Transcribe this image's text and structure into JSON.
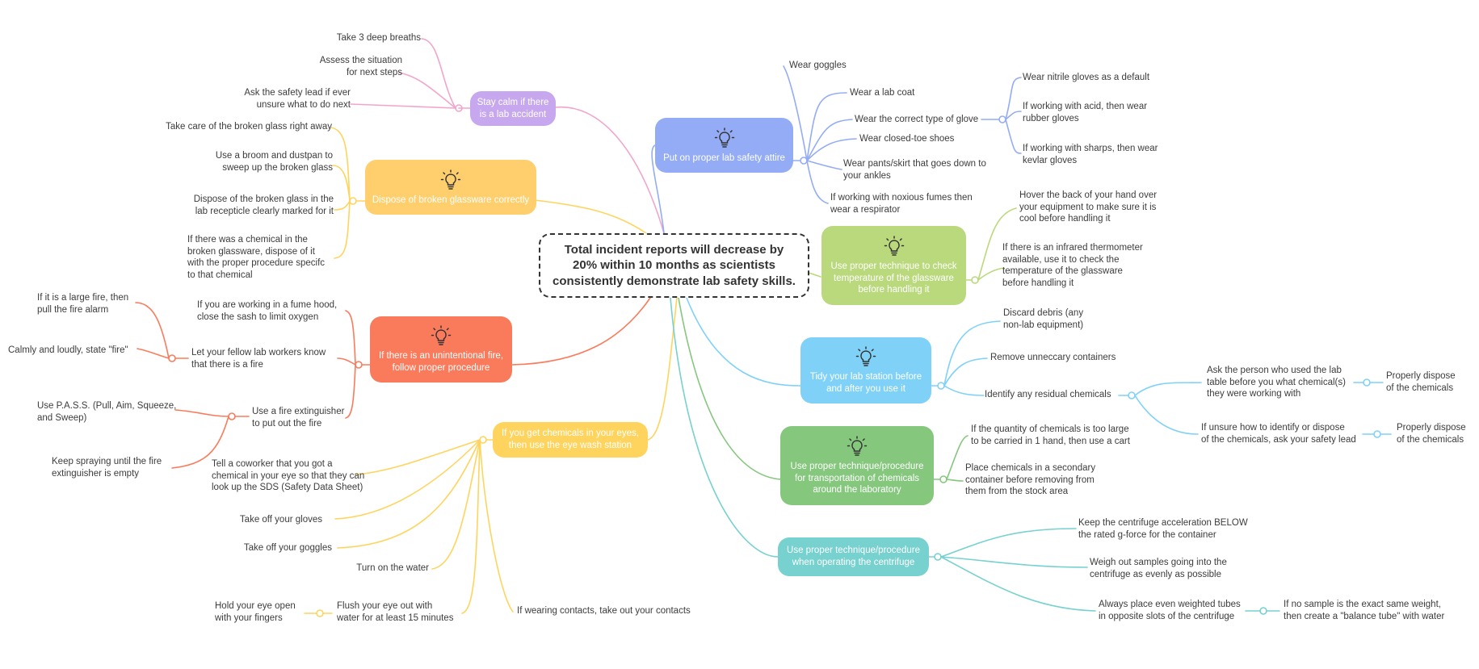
{
  "colors": {
    "pink": "#f2a5cc",
    "lavender": "#c7a8ef",
    "yellow": "#ffcf6e",
    "yellow_line": "#ffd45e",
    "orange": "#fa7b5c",
    "blue": "#93acf5",
    "green_light": "#bad97d",
    "sky": "#7fd1f8",
    "green": "#86c77e",
    "teal": "#76d1cf"
  },
  "icons": {
    "bulb": "lightbulb-icon"
  },
  "center": {
    "text": "Total incident reports will decrease by\n20% within 10 months as scientists\nconsistently demonstrate lab safety skills."
  },
  "branches": {
    "calm": {
      "title": "Stay calm if there\nis a lab accident",
      "items": [
        "Take 3 deep breaths",
        "Assess the situation\nfor next steps",
        "Ask the safety lead if ever\nunsure what to do next"
      ]
    },
    "glass": {
      "title": "Dispose of broken glassware correctly",
      "items": [
        "Take care of the broken glass right away",
        "Use a broom and dustpan to\nsweep up the broken glass",
        "Dispose of the broken glass in the\nlab recepticle clearly marked for it",
        "If there was a chemical in the\nbroken glassware, dispose of it\nwith the proper procedure specifc\nto that chemical"
      ]
    },
    "fire": {
      "title": "If there is an unintentional fire,\nfollow proper procedure",
      "items": [
        "If you are working in a fume hood,\nclose the sash to limit oxygen",
        "Let your fellow lab workers know\nthat there is a fire",
        "Use a fire extinguisher\nto put out the fire"
      ],
      "let_sub": [
        "If it is a large fire, then\npull the fire alarm",
        "Calmly and loudly, state \"fire\""
      ],
      "ext_sub": [
        "Use P.A.S.S. (Pull, Aim, Squeeze,\nand Sweep)",
        "Keep spraying until the fire\nextinguisher is empty"
      ]
    },
    "eyes": {
      "title": "If you get chemicals in your eyes,\nthen use the eye wash station",
      "items": [
        "Tell a coworker that you got a\nchemical in your eye so that they can\nlook up the SDS (Safety Data Sheet)",
        "Take off your gloves",
        "Take off your goggles",
        "Turn on the water",
        "Flush your eye out with\nwater for at least 15 minutes",
        "If wearing contacts, take out your contacts"
      ],
      "flush_sub": [
        "Hold your eye open\nwith your fingers"
      ]
    },
    "attire": {
      "title": "Put on proper lab safety attire",
      "items": [
        "Wear goggles",
        "Wear a lab coat",
        "Wear the correct type of glove",
        "Wear closed-toe shoes",
        "Wear pants/skirt that goes down to\nyour ankles",
        "If working with noxious fumes then\nwear a respirator"
      ],
      "glove_sub": [
        "Wear nitrile gloves as a default",
        "If working with acid, then wear\nrubber gloves",
        "If working with sharps, then wear\nkevlar gloves"
      ]
    },
    "temp": {
      "title": "Use proper technique to check\ntemperature of the glassware\nbefore handling it",
      "items": [
        "Hover the back of your hand over\nyour equipment to make sure it is\ncool before handling it",
        "If there is an infrared thermometer\navailable, use it to check the\ntemperature of the glassware\nbefore handling it"
      ]
    },
    "tidy": {
      "title": "Tidy your lab station before\nand after you use it",
      "items": [
        "Discard debris (any\nnon-lab equipment)",
        "Remove unneccary containers",
        "Identify any residual chemicals"
      ],
      "residual_sub": [
        "Ask the person who used the lab\ntable before you what chemical(s)\nthey were working with",
        "If unsure how to identify or dispose\nof the chemicals, ask your safety lead"
      ],
      "dispose_a": "Properly dispose\nof the chemicals",
      "dispose_b": "Properly dispose\nof the chemicals"
    },
    "transport": {
      "title": "Use proper technique/procedure\nfor transportation of chemicals\naround the laboratory",
      "items": [
        "If the quantity of chemicals is too large\nto be carried in 1 hand, then use a cart",
        "Place chemicals in a secondary\ncontainer before removing from\nthem from the stock area"
      ]
    },
    "centrifuge": {
      "title": "Use proper technique/procedure\nwhen operating the centrifuge",
      "items": [
        "Keep the centrifuge acceleration BELOW\nthe rated g-force for the container",
        "Weigh out samples going into the\ncentrifuge as evenly as possible",
        "Always place even weighted tubes\nin opposite slots of the centrifuge"
      ],
      "tube_sub": [
        "If no sample is the exact same weight,\nthen create a \"balance tube\" with water"
      ]
    }
  }
}
